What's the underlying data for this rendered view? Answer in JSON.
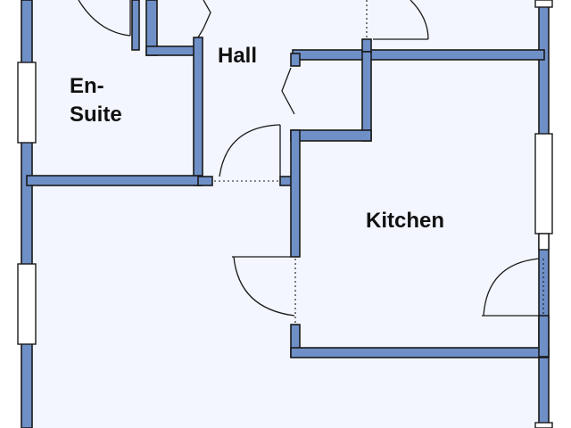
{
  "floorplan": {
    "rooms": {
      "en_suite": [
        "En-",
        "Suite"
      ],
      "hall": "Hall",
      "kitchen": "Kitchen"
    }
  },
  "colors": {
    "wall": "#6f8fc7",
    "floor": "#f3f6fe",
    "window": "#ffffff",
    "line": "#1a1a1a"
  }
}
